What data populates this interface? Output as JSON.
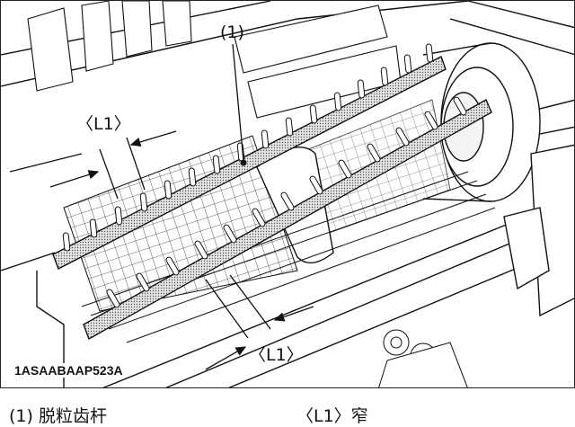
{
  "figure": {
    "callout_part": "(1)",
    "callout_gap_top": "〈L1〉",
    "callout_gap_bottom": "〈L1〉",
    "image_code": "1ASAABAAP523A"
  },
  "legend": {
    "item_1": "(1) 脱粒齿杆",
    "item_2": "〈L1〉窄"
  },
  "colors": {
    "line": "#111111",
    "bar_fill": "#cfcfcf",
    "background": "#ffffff"
  }
}
